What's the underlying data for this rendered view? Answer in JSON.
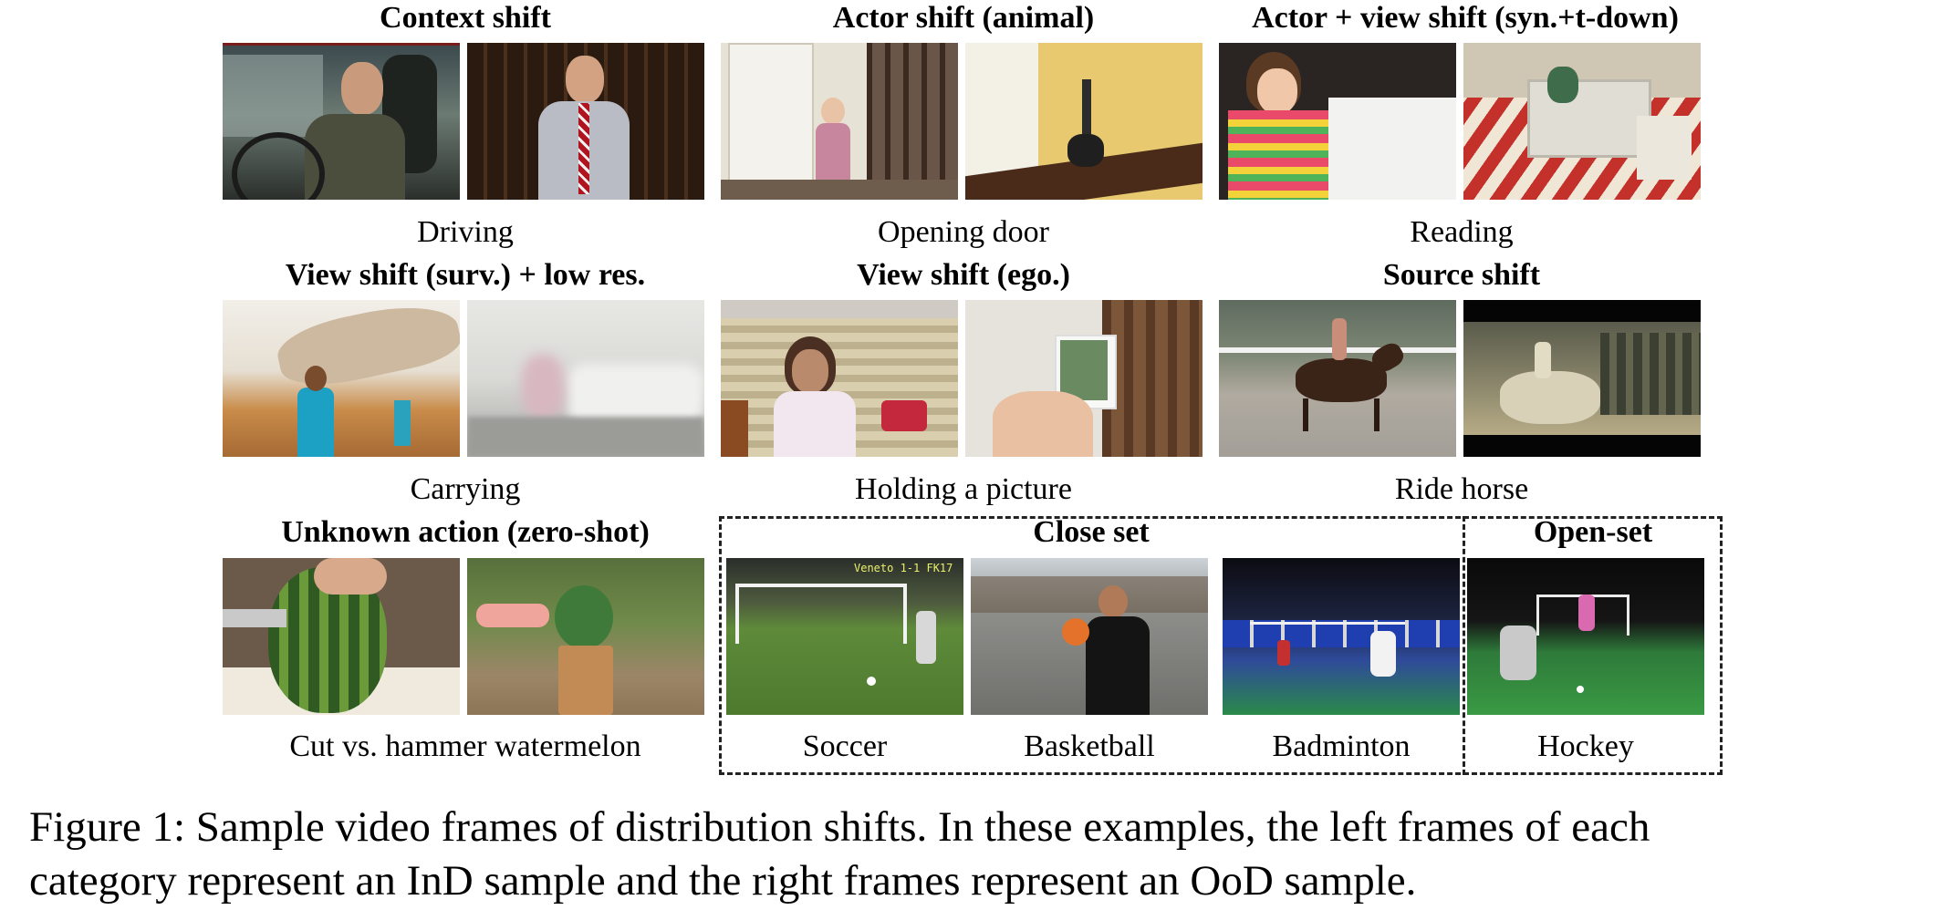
{
  "groups": [
    {
      "title": "Context shift",
      "label": "Driving"
    },
    {
      "title": "Actor shift (animal)",
      "label": "Opening door"
    },
    {
      "title": "Actor + view shift (syn.+t-down)",
      "label": "Reading"
    },
    {
      "title": "View shift (surv.) + low res.",
      "label": "Carrying"
    },
    {
      "title": "View shift (ego.)",
      "label": "Holding a picture"
    },
    {
      "title": "Source shift",
      "label": "Ride horse"
    },
    {
      "title": "Unknown action (zero-shot)",
      "label": "Cut vs. hammer watermelon"
    }
  ],
  "close_set": {
    "title": "Close set",
    "labels": [
      "Soccer",
      "Basketball",
      "Badminton"
    ]
  },
  "open_set": {
    "title": "Open-set",
    "labels": [
      "Hockey"
    ]
  },
  "frame_text": {
    "soccer_overlay": "Veneto 1-1 FK17"
  },
  "caption": {
    "line1": "Figure 1: Sample video frames of distribution shifts. In these examples, the left frames of each",
    "line2": "category represent an InD sample and the right frames represent an OoD sample."
  }
}
